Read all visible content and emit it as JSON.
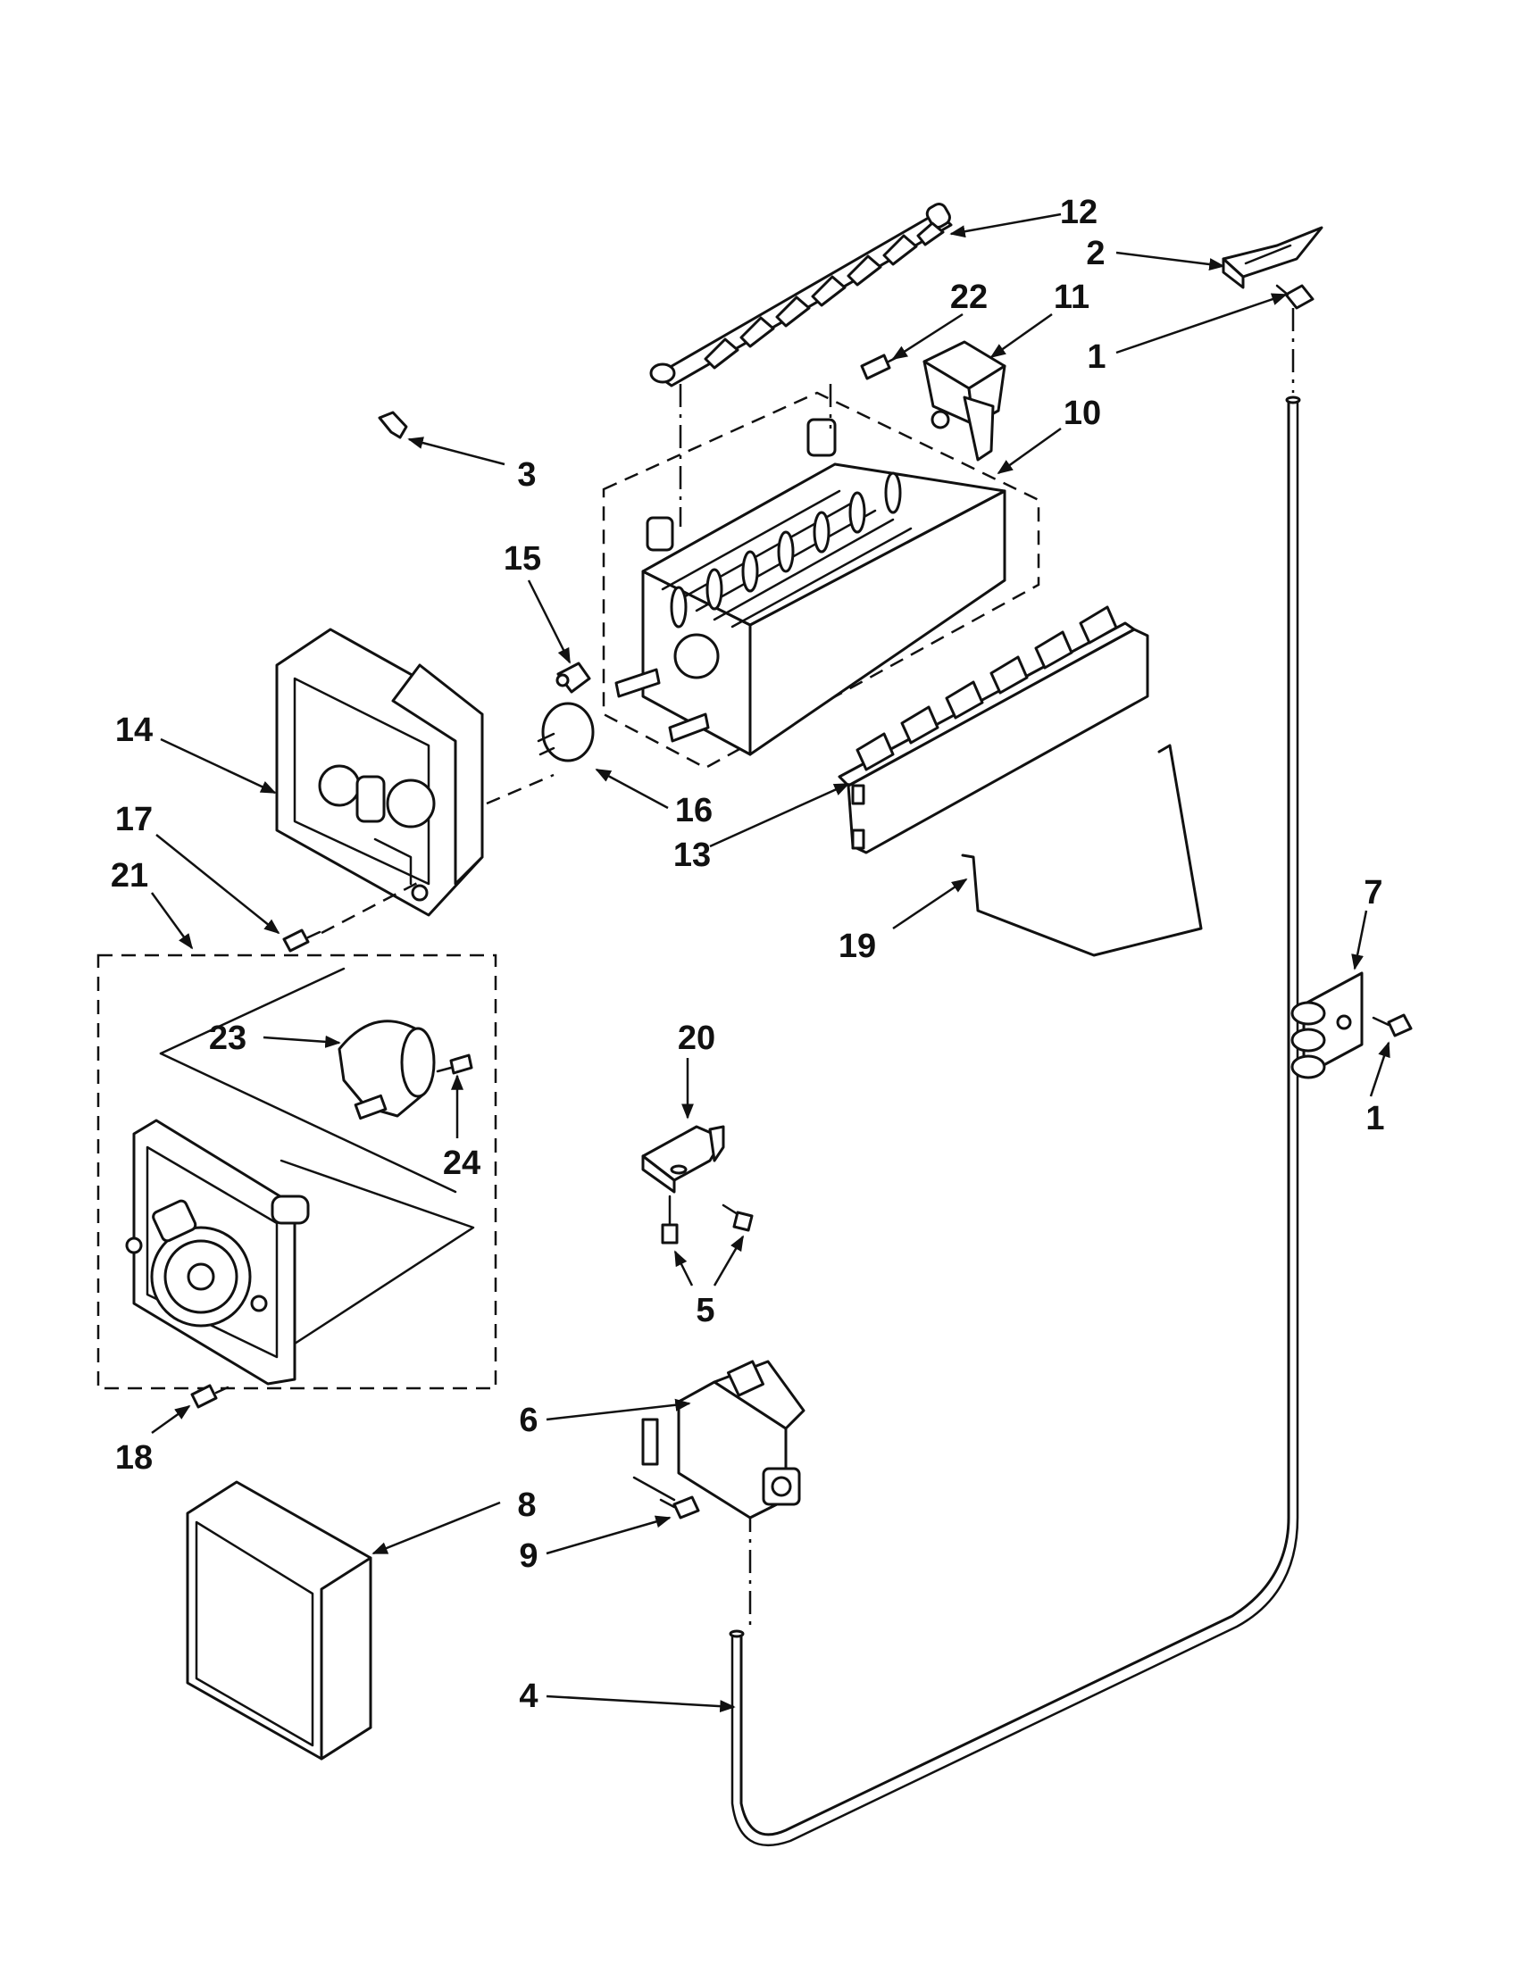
{
  "diagram": {
    "type": "exploded-parts-view",
    "callouts": [
      {
        "id": "c1a",
        "label": "1",
        "points_to": "part-screw-top-right"
      },
      {
        "id": "c1b",
        "label": "1",
        "points_to": "part-screw-clamp"
      },
      {
        "id": "c2",
        "label": "2",
        "points_to": "part-bracket-top-right"
      },
      {
        "id": "c3",
        "label": "3",
        "points_to": "part-clip"
      },
      {
        "id": "c4",
        "label": "4",
        "points_to": "part-water-tube"
      },
      {
        "id": "c5",
        "label": "5",
        "points_to": "part-screws-bracket"
      },
      {
        "id": "c6",
        "label": "6",
        "points_to": "part-water-valve"
      },
      {
        "id": "c7",
        "label": "7",
        "points_to": "part-tube-clamp"
      },
      {
        "id": "c8",
        "label": "8",
        "points_to": "part-front-cover"
      },
      {
        "id": "c9",
        "label": "9",
        "points_to": "part-valve-screw"
      },
      {
        "id": "c10",
        "label": "10",
        "points_to": "part-ice-mold"
      },
      {
        "id": "c11",
        "label": "11",
        "points_to": "part-fill-cup"
      },
      {
        "id": "c12",
        "label": "12",
        "points_to": "part-ejector"
      },
      {
        "id": "c13",
        "label": "13",
        "points_to": "part-stripper"
      },
      {
        "id": "c14",
        "label": "14",
        "points_to": "part-control-housing"
      },
      {
        "id": "c15",
        "label": "15",
        "points_to": "part-small-clip"
      },
      {
        "id": "c16",
        "label": "16",
        "points_to": "part-thermostat"
      },
      {
        "id": "c17",
        "label": "17",
        "points_to": "part-housing-screw"
      },
      {
        "id": "c18",
        "label": "18",
        "points_to": "part-module-screw"
      },
      {
        "id": "c19",
        "label": "19",
        "points_to": "part-shutoff-arm"
      },
      {
        "id": "c20",
        "label": "20",
        "points_to": "part-mount-bracket"
      },
      {
        "id": "c21",
        "label": "21",
        "points_to": "group-module-assembly"
      },
      {
        "id": "c22",
        "label": "22",
        "points_to": "part-cup-screw"
      },
      {
        "id": "c23",
        "label": "23",
        "points_to": "part-motor"
      },
      {
        "id": "c24",
        "label": "24",
        "points_to": "part-motor-screw"
      }
    ]
  }
}
